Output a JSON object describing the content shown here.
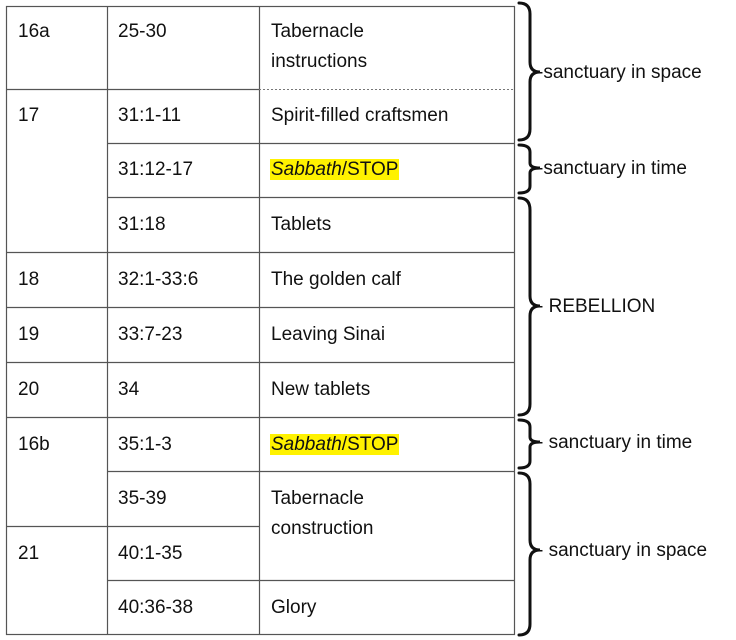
{
  "rows": [
    {
      "num": "16a",
      "ref": "25-30",
      "desc_line1": "Tabernacle",
      "desc_line2": "instructions"
    },
    {
      "num": "17",
      "ref": "31:1-11",
      "desc": "Spirit-filled craftsmen"
    },
    {
      "ref": "31:12-17",
      "desc_italic": "Sabbath",
      "desc_rest": "/STOP",
      "highlight": "#fff200"
    },
    {
      "ref": "31:18",
      "desc": "Tablets"
    },
    {
      "num": "18",
      "ref": "32:1-33:6",
      "desc": "The golden calf"
    },
    {
      "num": "19",
      "ref": "33:7-23",
      "desc": "Leaving Sinai"
    },
    {
      "num": "20",
      "ref": "34",
      "desc": "New tablets"
    },
    {
      "num": "16b",
      "ref": "35:1-3",
      "desc_italic": "Sabbath",
      "desc_rest": "/STOP",
      "highlight": "#fff200"
    },
    {
      "ref": "35-39",
      "desc_line1": "Tabernacle",
      "desc_line2": "construction"
    },
    {
      "num": "21",
      "ref": "40:1-35"
    },
    {
      "ref": "40:36-38",
      "desc": "Glory"
    }
  ],
  "braces": [
    {
      "label": "sanctuary in space"
    },
    {
      "label": "sanctuary in time"
    },
    {
      "label": "REBELLION"
    },
    {
      "label": "sanctuary in time"
    },
    {
      "label": "sanctuary in space"
    }
  ]
}
